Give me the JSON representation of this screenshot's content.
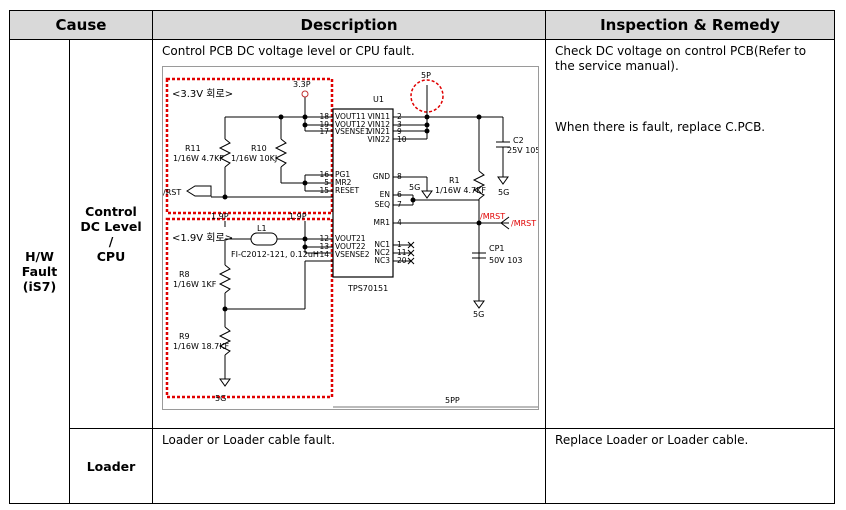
{
  "header": {
    "cause": "Cause",
    "description": "Description",
    "remedy": "Inspection & Remedy"
  },
  "cause_main": [
    "H/W",
    "Fault",
    "(iS7)"
  ],
  "rows": [
    {
      "sub_cause": [
        "Control",
        "DC Level",
        "/",
        "CPU"
      ],
      "description": "Control PCB DC voltage level or CPU fault.",
      "remedy_1": "Check DC voltage on control PCB(Refer to the service manual).",
      "remedy_2": "When there is fault, replace C.PCB."
    },
    {
      "sub_cause": [
        "Loader"
      ],
      "description": "Loader or Loader cable fault.",
      "remedy_1": "Replace Loader or Loader cable."
    }
  ],
  "schematic": {
    "block_33": "<3.3V 회로>",
    "block_19": "<1.9V 회로>",
    "ic_ref": "U1",
    "ic_part": "TPS70151",
    "net_33p": "3.3P",
    "net_5p": "5P",
    "net_19p": "1.9P",
    "net_5g": "5G",
    "net_5pp": "5PP",
    "r11": [
      "R11",
      "1/16W 4.7KF"
    ],
    "r10": [
      "R10",
      "1/16W 10KJ"
    ],
    "r1": [
      "R1",
      "1/16W 4.7KF"
    ],
    "r8": [
      "R8",
      "1/16W 1KF"
    ],
    "r9": [
      "R9",
      "1/16W 18.7KF"
    ],
    "c2": [
      "C2",
      "25V 105"
    ],
    "cp1": [
      "CP1",
      "50V 103"
    ],
    "l1": [
      "L1",
      "FI-C2012-121, 0.12uH"
    ],
    "rst_in": "/RST",
    "mrst": "/MRST",
    "mrst_in": "/MRST",
    "pins_left": [
      {
        "num": "18",
        "name": "VOUT11"
      },
      {
        "num": "19",
        "name": "VOUT12"
      },
      {
        "num": "17",
        "name": "VSENSE1"
      },
      {
        "num": "16",
        "name": "PG1"
      },
      {
        "num": "5",
        "name": "MR2"
      },
      {
        "num": "15",
        "name": "RESET"
      },
      {
        "num": "12",
        "name": "VOUT21"
      },
      {
        "num": "13",
        "name": "VOUT22"
      },
      {
        "num": "14",
        "name": "VSENSE2"
      }
    ],
    "pins_right": [
      {
        "num": "2",
        "name": "VIN11"
      },
      {
        "num": "3",
        "name": "VIN12"
      },
      {
        "num": "9",
        "name": "VIN21"
      },
      {
        "num": "10",
        "name": "VIN22"
      },
      {
        "num": "8",
        "name": "GND"
      },
      {
        "num": "6",
        "name": "EN"
      },
      {
        "num": "7",
        "name": "SEQ"
      },
      {
        "num": "4",
        "name": "MR1"
      },
      {
        "num": "1",
        "name": "NC1"
      },
      {
        "num": "11",
        "name": "NC2"
      },
      {
        "num": "20",
        "name": "NC3"
      }
    ]
  }
}
